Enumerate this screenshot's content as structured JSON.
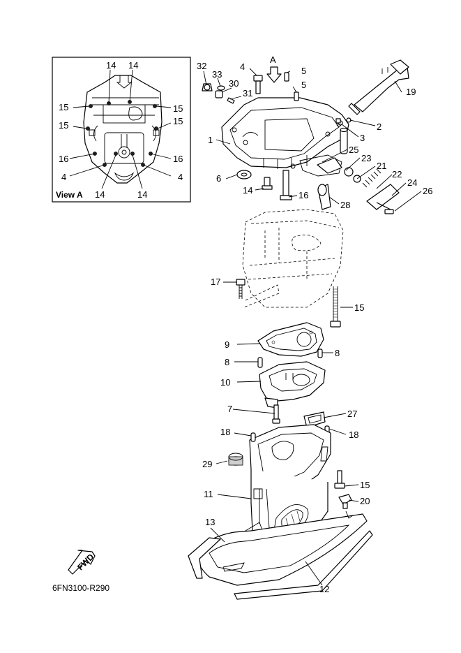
{
  "view_a": {
    "caption": "View A",
    "callouts": [
      "14",
      "14",
      "15",
      "15",
      "15",
      "15",
      "16",
      "16",
      "4",
      "4",
      "14",
      "14"
    ]
  },
  "view_arrow": {
    "letter": "A"
  },
  "callouts": {
    "c1": "1",
    "c2": "2",
    "c3": "3",
    "c4": "4",
    "c5a": "5",
    "c5b": "5",
    "c6": "6",
    "c7": "7",
    "c8a": "8",
    "c8b": "8",
    "c9": "9",
    "c10": "10",
    "c11": "11",
    "c12": "12",
    "c13": "13",
    "c14a": "14",
    "c15a": "15",
    "c15b": "15",
    "c16": "16",
    "c17": "17",
    "c18a": "18",
    "c18b": "18",
    "c19": "19",
    "c20": "20",
    "c21": "21",
    "c22": "22",
    "c23": "23",
    "c24": "24",
    "c25": "25",
    "c26": "26",
    "c27": "27",
    "c28": "28",
    "c29": "29",
    "c30": "30",
    "c31": "31",
    "c32": "32",
    "c33": "33"
  },
  "fwd_label": "FWD",
  "drawing_code": "6FN3100-R290"
}
